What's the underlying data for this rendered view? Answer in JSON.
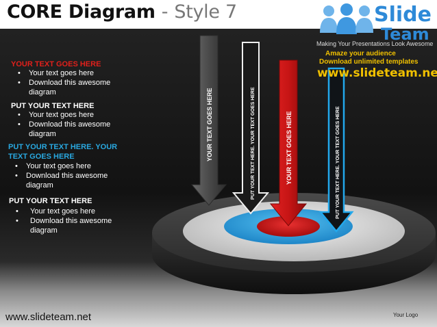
{
  "header": {
    "title_main": "CORE Diagram",
    "title_separator": "-",
    "title_sub": "Style 7"
  },
  "brand": {
    "logo_word1": "Slide",
    "logo_word2": "Team",
    "tagline": "Making Your Presentations Look Awesome",
    "promo_line1": "Amaze your audience",
    "promo_line2": "Download unlimited templates",
    "promo_url": "www.slideteam.net"
  },
  "text_blocks": [
    {
      "heading": "YOUR TEXT GOES HERE",
      "heading_color": "#e0201b",
      "bullets": [
        "Your text goes here",
        "Download this awesome diagram"
      ]
    },
    {
      "heading": "PUT YOUR TEXT HERE",
      "heading_color": "#ffffff",
      "bullets": [
        "Your text goes here",
        "Download this awesome diagram"
      ]
    },
    {
      "heading": "PUT YOUR TEXT HERE. YOUR TEXT GOES HERE",
      "heading_color": "#29a8e0",
      "bullets": [
        "Your text goes here",
        "Download this awesome diagram"
      ]
    },
    {
      "heading": "PUT YOUR TEXT HERE",
      "heading_color": "#ffffff",
      "bullets": [
        "Your text goes here",
        "Download this awesome diagram"
      ]
    }
  ],
  "arrows": [
    {
      "label": "YOUR TEXT GOES HERE",
      "color": "#5a5a5a"
    },
    {
      "label": "PUT YOUR TEXT HERE. YOUR TEXT GOES HERE",
      "color": "#222222"
    },
    {
      "label": "YOUR TEXT GOES HERE",
      "color": "#d41414"
    },
    {
      "label": "PUT YOUR TEXT HERE. YOUR TEXT GOES HERE",
      "color": "#1aa3e6"
    }
  ],
  "target_colors": {
    "outer": "#2a2a2a",
    "middle": "#d4d4d4",
    "inner": "#2aa0e2",
    "core": "#cc1111"
  },
  "footer": {
    "url": "www.slideteam.net",
    "logo_text": "Your Logo"
  }
}
